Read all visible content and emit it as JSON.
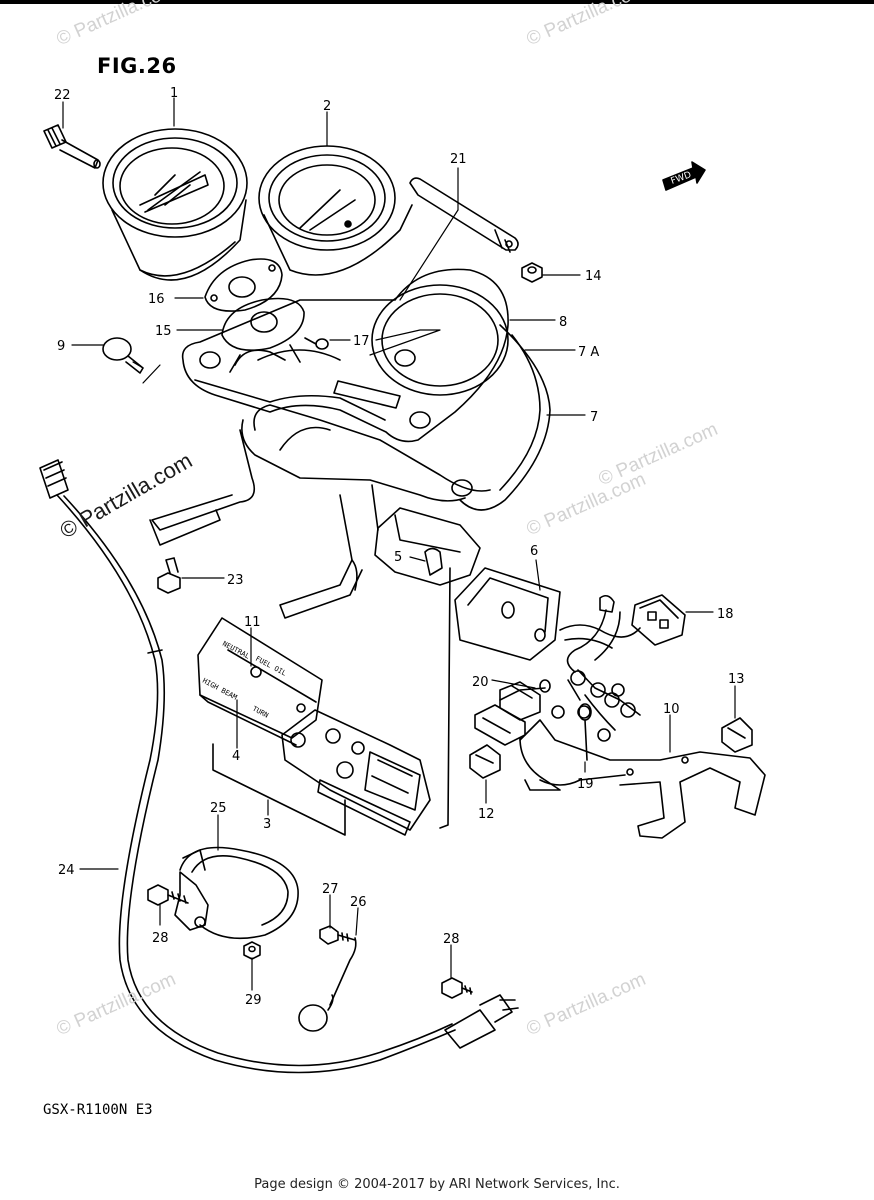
{
  "figure": {
    "title": "FIG.26",
    "model": "GSX-R1100N E3"
  },
  "footer": "Page design © 2004-2017 by ARI Network Services, Inc.",
  "watermarks": [
    "© Partzilla.com",
    "© Partzilla.com",
    "© Partzilla.com",
    "© Partzilla.com",
    "© Partzilla.com",
    "© Partzilla.com",
    "© Partzilla.com"
  ],
  "part_labels": {
    "fwd": "FWD",
    "neutral": "NEUTRAL",
    "fuel": "FUEL OIL",
    "highbeam": "HIGH BEAM",
    "turn": "TURN"
  },
  "callouts": [
    "1",
    "2",
    "3",
    "4",
    "5",
    "6",
    "7",
    "7 A",
    "8",
    "9",
    "10",
    "11",
    "12",
    "13",
    "14",
    "15",
    "16",
    "17",
    "18",
    "19",
    "20",
    "21",
    "22",
    "23",
    "24",
    "25",
    "26",
    "27",
    "28",
    "28",
    "29"
  ]
}
